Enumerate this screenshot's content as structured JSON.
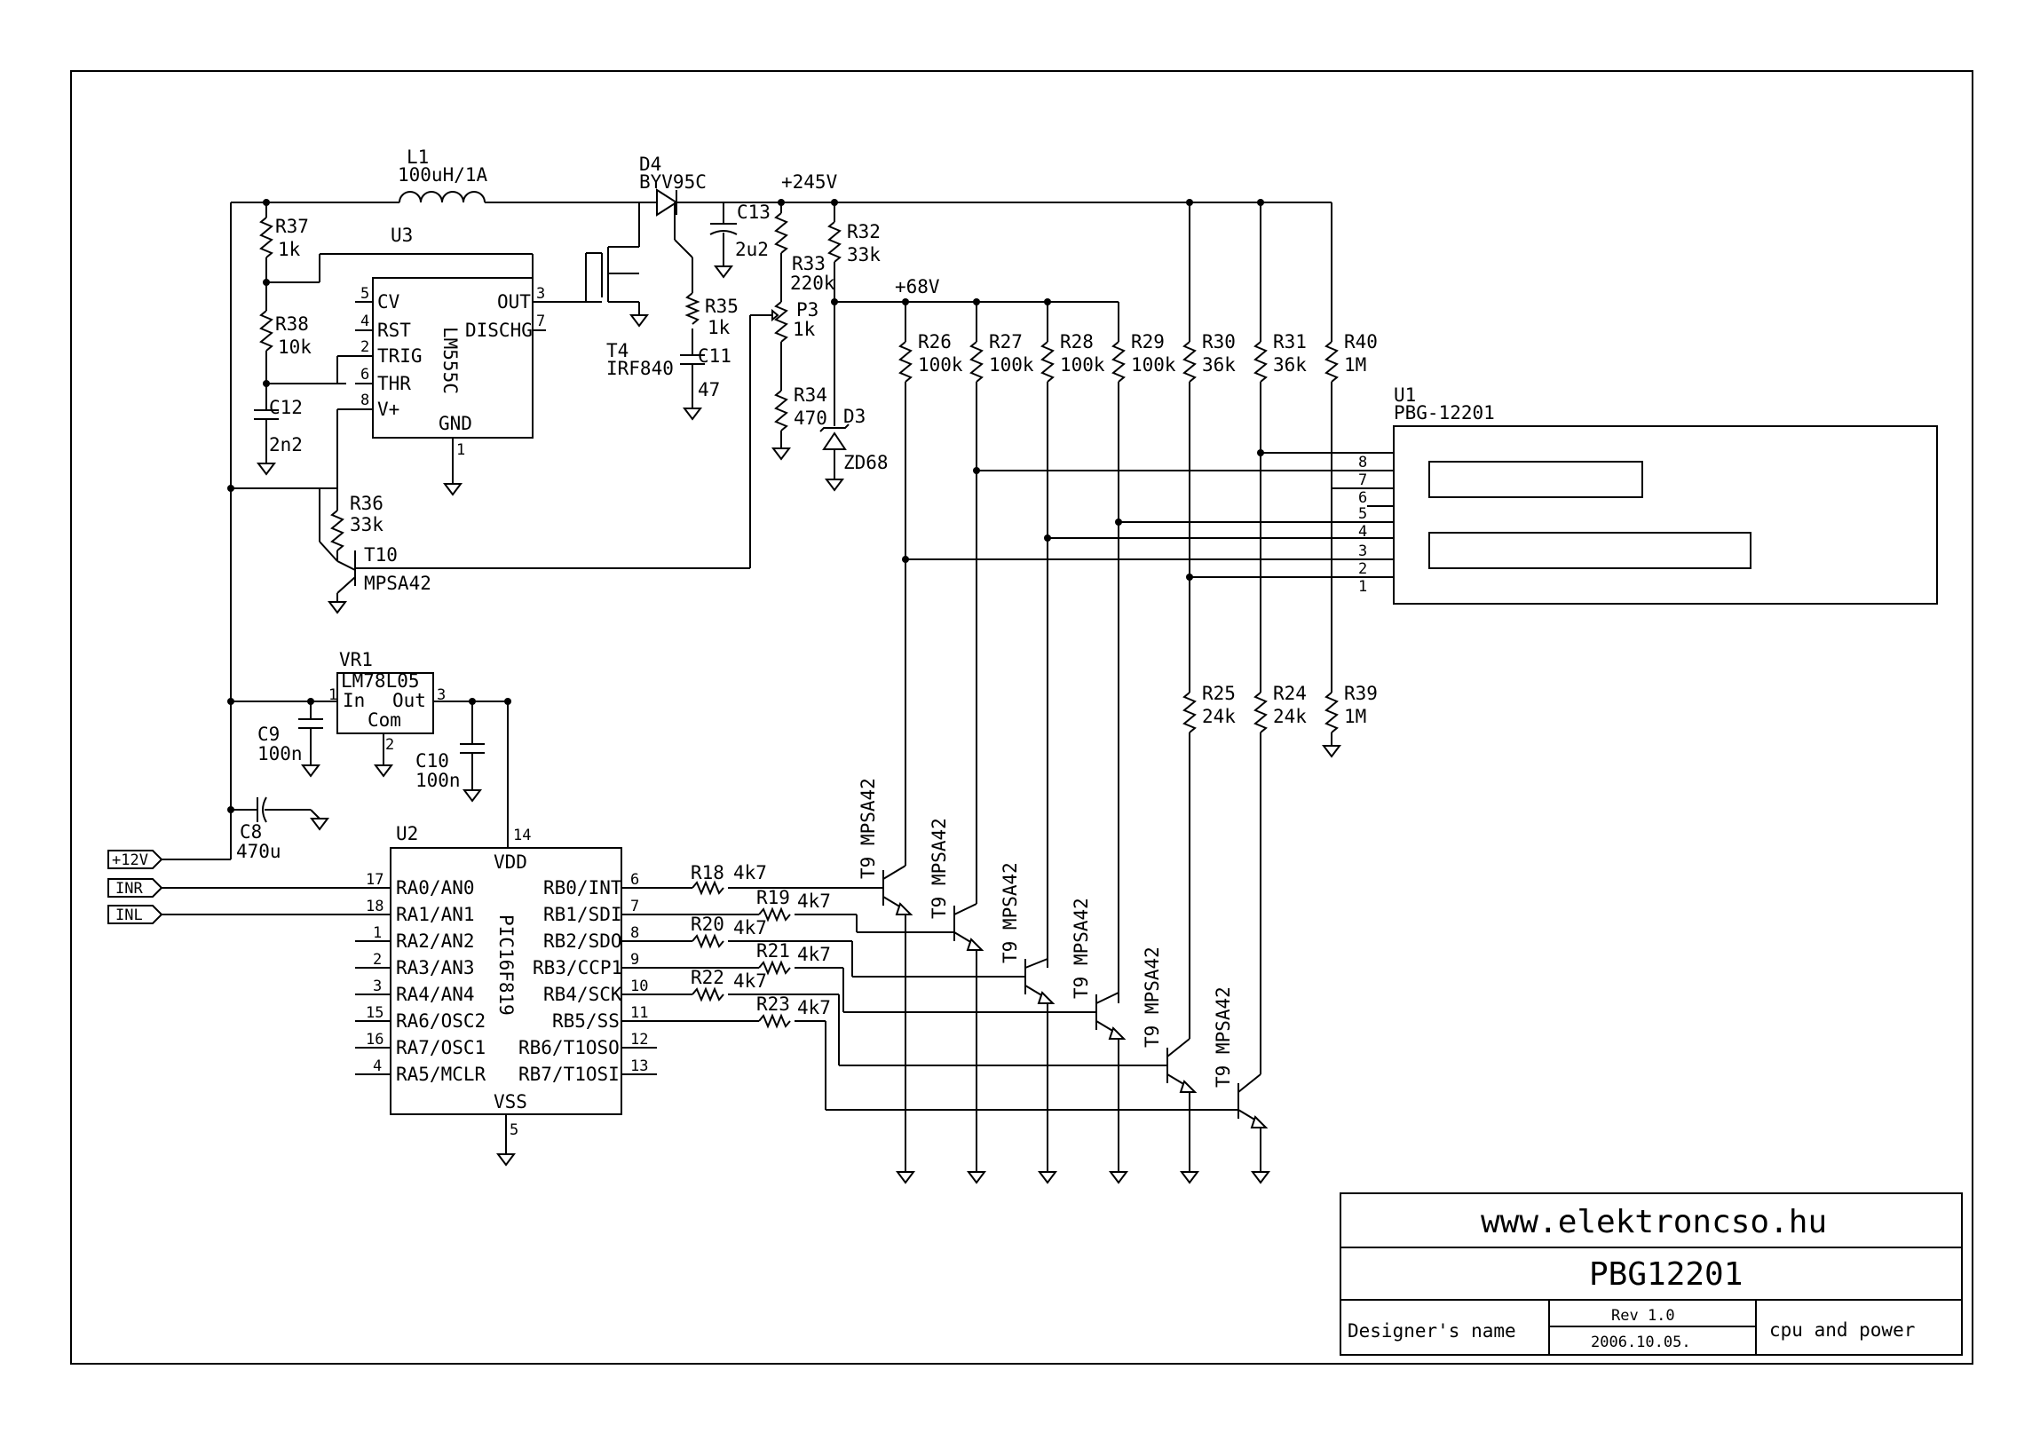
{
  "title_block": {
    "website": "www.elektroncso.hu",
    "project": "PBG12201",
    "designer_label": "Designer's name",
    "revision": "Rev 1.0",
    "date": "2006.10.05.",
    "sheet_title": "cpu and power"
  },
  "ports": {
    "p12v": "+12V",
    "inr": "INR",
    "inl": "INL"
  },
  "rails": {
    "hv": "+245V",
    "mid": "+68V"
  },
  "boost": {
    "l1_ref": "L1",
    "l1_val": "100uH/1A",
    "d4_ref": "D4",
    "d4_val": "BYV95C",
    "c13_ref": "C13",
    "c13_val": "2u2",
    "t4_ref": "T4",
    "t4_val": "IRF840",
    "r35_ref": "R35",
    "r35_val": "1k",
    "c11_ref": "C11",
    "c11_val": "47",
    "r37_ref": "R37",
    "r37_val": "1k",
    "r38_ref": "R38",
    "r38_val": "10k",
    "c12_ref": "C12",
    "c12_val": "2n2",
    "r36_ref": "R36",
    "r36_val": "33k",
    "t10_ref": "T10",
    "t10_val": "MPSA42",
    "r33_ref": "R33",
    "r33_val": "220k",
    "p3_ref": "P3",
    "p3_val": "1k",
    "r34_ref": "R34",
    "r34_val": "470",
    "r32_ref": "R32",
    "r32_val": "33k",
    "d3_ref": "D3",
    "d3_val": "ZD68"
  },
  "u3": {
    "ref": "U3",
    "part": "LM555C",
    "pins": {
      "cv": "CV",
      "rst": "RST",
      "trig": "TRIG",
      "thr": "THR",
      "vplus": "V+",
      "out": "OUT",
      "dischg": "DISCHG",
      "gnd": "GND"
    },
    "nums": {
      "p5": "5",
      "p4": "4",
      "p2": "2",
      "p6": "6",
      "p8": "8",
      "p3": "3",
      "p7": "7",
      "p1": "1"
    }
  },
  "regulator": {
    "ref": "VR1",
    "part": "LM78L05",
    "in": "In",
    "out": "Out",
    "com": "Com",
    "n1": "1",
    "n2": "2",
    "n3": "3",
    "c9_ref": "C9",
    "c9_val": "100n",
    "c10_ref": "C10",
    "c10_val": "100n",
    "c8_ref": "C8",
    "c8_val": "470u"
  },
  "u2": {
    "ref": "U2",
    "part": "PIC16F819",
    "vdd": "VDD",
    "vss": "VSS",
    "vdd_num": "14",
    "vss_num": "5",
    "left_pins": [
      {
        "name": "RA0/AN0",
        "num": "17"
      },
      {
        "name": "RA1/AN1",
        "num": "18"
      },
      {
        "name": "RA2/AN2",
        "num": "1"
      },
      {
        "name": "RA3/AN3",
        "num": "2"
      },
      {
        "name": "RA4/AN4",
        "num": "3"
      },
      {
        "name": "RA6/OSC2",
        "num": "15"
      },
      {
        "name": "RA7/OSC1",
        "num": "16"
      },
      {
        "name": "RA5/MCLR",
        "num": "4"
      }
    ],
    "right_pins": [
      {
        "name": "RB0/INT",
        "num": "6"
      },
      {
        "name": "RB1/SDI",
        "num": "7"
      },
      {
        "name": "RB2/SDO",
        "num": "8"
      },
      {
        "name": "RB3/CCP1",
        "num": "9"
      },
      {
        "name": "RB4/SCK",
        "num": "10"
      },
      {
        "name": "RB5/SS",
        "num": "11"
      },
      {
        "name": "RB6/T1OSO",
        "num": "12"
      },
      {
        "name": "RB7/T1OSI",
        "num": "13"
      }
    ]
  },
  "base_resistors": [
    {
      "ref": "R18",
      "val": "4k7"
    },
    {
      "ref": "R19",
      "val": "4k7"
    },
    {
      "ref": "R20",
      "val": "4k7"
    },
    {
      "ref": "R21",
      "val": "4k7"
    },
    {
      "ref": "R22",
      "val": "4k7"
    },
    {
      "ref": "R23",
      "val": "4k7"
    }
  ],
  "driver_label": "T9 MPSA42",
  "pullups": [
    {
      "ref": "R26",
      "val": "100k"
    },
    {
      "ref": "R27",
      "val": "100k"
    },
    {
      "ref": "R28",
      "val": "100k"
    },
    {
      "ref": "R29",
      "val": "100k"
    },
    {
      "ref": "R30",
      "val": "36k"
    },
    {
      "ref": "R31",
      "val": "36k"
    },
    {
      "ref": "R40",
      "val": "1M"
    }
  ],
  "lower_resistors": [
    {
      "ref": "R25",
      "val": "24k"
    },
    {
      "ref": "R24",
      "val": "24k"
    },
    {
      "ref": "R39",
      "val": "1M"
    }
  ],
  "u1": {
    "ref": "U1",
    "part": "PBG-12201",
    "pins": [
      "8",
      "7",
      "6",
      "5",
      "4",
      "3",
      "2",
      "1"
    ]
  }
}
